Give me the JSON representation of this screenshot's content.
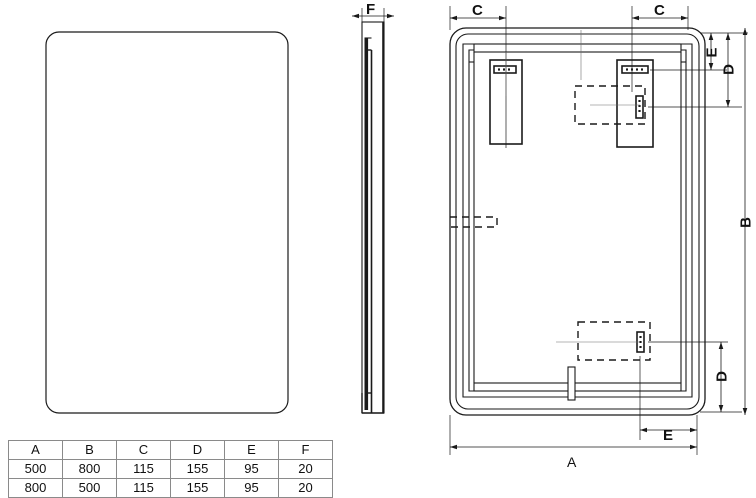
{
  "document": {
    "type": "technical-drawing",
    "subject": "Rectangular LED mirror dimensional drawing"
  },
  "views": {
    "front": {
      "name": "front-view",
      "shape": "rounded-rectangle"
    },
    "side": {
      "name": "side-view",
      "shape": "thin-profile"
    },
    "back": {
      "name": "back-view",
      "shape": "frame-with-brackets"
    }
  },
  "dimension_labels": {
    "front_side_F": "F",
    "back_top_C_left": "C",
    "back_top_C_right": "C",
    "back_right_E": "E",
    "back_right_D_top": "D",
    "back_right_B": "B",
    "back_right_D_bottom": "D",
    "back_bottom_E": "E",
    "back_bottom_A": "A"
  },
  "table": {
    "name": "dimension-table",
    "headers": [
      "A",
      "B",
      "C",
      "D",
      "E",
      "F"
    ],
    "rows": [
      [
        "500",
        "800",
        "115",
        "155",
        "95",
        "20"
      ],
      [
        "800",
        "500",
        "115",
        "155",
        "95",
        "20"
      ]
    ]
  },
  "colors": {
    "line": "#1a1a1a",
    "table_border": "#8a8a8a",
    "background": "#ffffff"
  }
}
